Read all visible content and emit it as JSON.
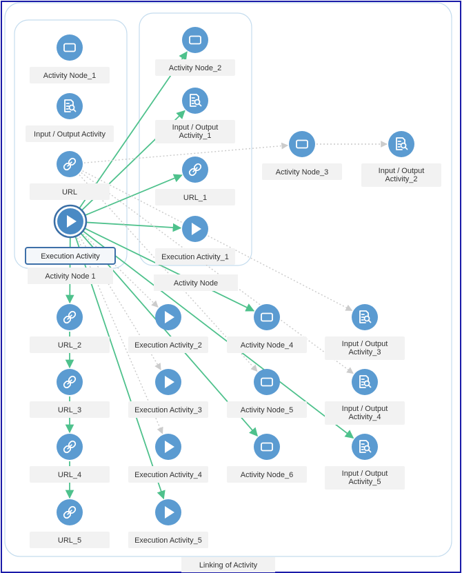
{
  "diagram": {
    "caption": "Linking of Activity",
    "groups": [
      {
        "id": "g1",
        "label": "Activity Node 1"
      },
      {
        "id": "g2",
        "label": "Activity Node"
      }
    ],
    "nodes": [
      {
        "id": "an1",
        "icon": "rectangle-icon",
        "label": [
          "Activity Node_1"
        ]
      },
      {
        "id": "ioa",
        "icon": "report-search-icon",
        "label": [
          "Input / Output Activity"
        ]
      },
      {
        "id": "url",
        "icon": "link-icon",
        "label": [
          "URL"
        ]
      },
      {
        "id": "ea",
        "icon": "play-icon",
        "label": [
          "Execution Activity"
        ],
        "selected": true
      },
      {
        "id": "an2",
        "icon": "rectangle-icon",
        "label": [
          "Activity Node_2"
        ]
      },
      {
        "id": "io1",
        "icon": "report-search-icon",
        "label": [
          "Input / Output",
          "Activity_1"
        ]
      },
      {
        "id": "url1",
        "icon": "link-icon",
        "label": [
          "URL_1"
        ]
      },
      {
        "id": "ea1",
        "icon": "play-icon",
        "label": [
          "Execution Activity_1"
        ]
      },
      {
        "id": "an3",
        "icon": "rectangle-icon",
        "label": [
          "Activity Node_3"
        ]
      },
      {
        "id": "io2",
        "icon": "report-search-icon",
        "label": [
          "Input / Output",
          "Activity_2"
        ]
      },
      {
        "id": "url2",
        "icon": "link-icon",
        "label": [
          "URL_2"
        ]
      },
      {
        "id": "ea2",
        "icon": "play-icon",
        "label": [
          "Execution Activity_2"
        ]
      },
      {
        "id": "an4",
        "icon": "rectangle-icon",
        "label": [
          "Activity Node_4"
        ]
      },
      {
        "id": "io3",
        "icon": "report-search-icon",
        "label": [
          "Input / Output",
          "Activity_3"
        ]
      },
      {
        "id": "url3",
        "icon": "link-icon",
        "label": [
          "URL_3"
        ]
      },
      {
        "id": "ea3",
        "icon": "play-icon",
        "label": [
          "Execution Activity_3"
        ]
      },
      {
        "id": "an5",
        "icon": "rectangle-icon",
        "label": [
          "Activity Node_5"
        ]
      },
      {
        "id": "io4",
        "icon": "report-search-icon",
        "label": [
          "Input / Output",
          "Activity_4"
        ]
      },
      {
        "id": "url4",
        "icon": "link-icon",
        "label": [
          "URL_4"
        ]
      },
      {
        "id": "ea4",
        "icon": "play-icon",
        "label": [
          "Execution Activity_4"
        ]
      },
      {
        "id": "an6",
        "icon": "rectangle-icon",
        "label": [
          "Activity Node_6"
        ]
      },
      {
        "id": "io5",
        "icon": "report-search-icon",
        "label": [
          "Input / Output",
          "Activity_5"
        ]
      },
      {
        "id": "url5",
        "icon": "link-icon",
        "label": [
          "URL_5"
        ]
      },
      {
        "id": "ea5",
        "icon": "play-icon",
        "label": [
          "Execution Activity_5"
        ]
      }
    ],
    "edges": [
      {
        "from": "ea",
        "to": "an2",
        "style": "solid"
      },
      {
        "from": "ea",
        "to": "io1",
        "style": "solid"
      },
      {
        "from": "ea",
        "to": "url1",
        "style": "solid"
      },
      {
        "from": "ea",
        "to": "ea1",
        "style": "solid"
      },
      {
        "from": "ea",
        "to": "an4",
        "style": "solid"
      },
      {
        "from": "ea",
        "to": "io5",
        "style": "solid"
      },
      {
        "from": "ea",
        "to": "ea5",
        "style": "solid"
      },
      {
        "from": "ea",
        "to": "an6",
        "style": "solid"
      },
      {
        "from": "ea",
        "to": "url2",
        "style": "solid"
      },
      {
        "from": "url2",
        "to": "url3",
        "style": "solid"
      },
      {
        "from": "url3",
        "to": "url4",
        "style": "solid"
      },
      {
        "from": "url4",
        "to": "url5",
        "style": "solid"
      },
      {
        "from": "url",
        "to": "an3",
        "style": "dotted"
      },
      {
        "from": "an3",
        "to": "io2",
        "style": "dotted"
      },
      {
        "from": "url",
        "to": "io3",
        "style": "dotted"
      },
      {
        "from": "url",
        "to": "io4",
        "style": "dotted"
      },
      {
        "from": "url",
        "to": "an5",
        "style": "dotted"
      },
      {
        "from": "ea",
        "to": "ea2",
        "style": "dotted"
      },
      {
        "from": "ea",
        "to": "ea3",
        "style": "dotted"
      },
      {
        "from": "ea",
        "to": "ea4",
        "style": "dotted"
      }
    ],
    "colors": {
      "node": "#5b9bd1",
      "selected_border": "#3a6ea5",
      "solid_edge": "#4ec18c",
      "dotted_edge": "#c9c9c9",
      "container_border": "#c4dcee",
      "frame_border": "#1a1aa8"
    }
  }
}
